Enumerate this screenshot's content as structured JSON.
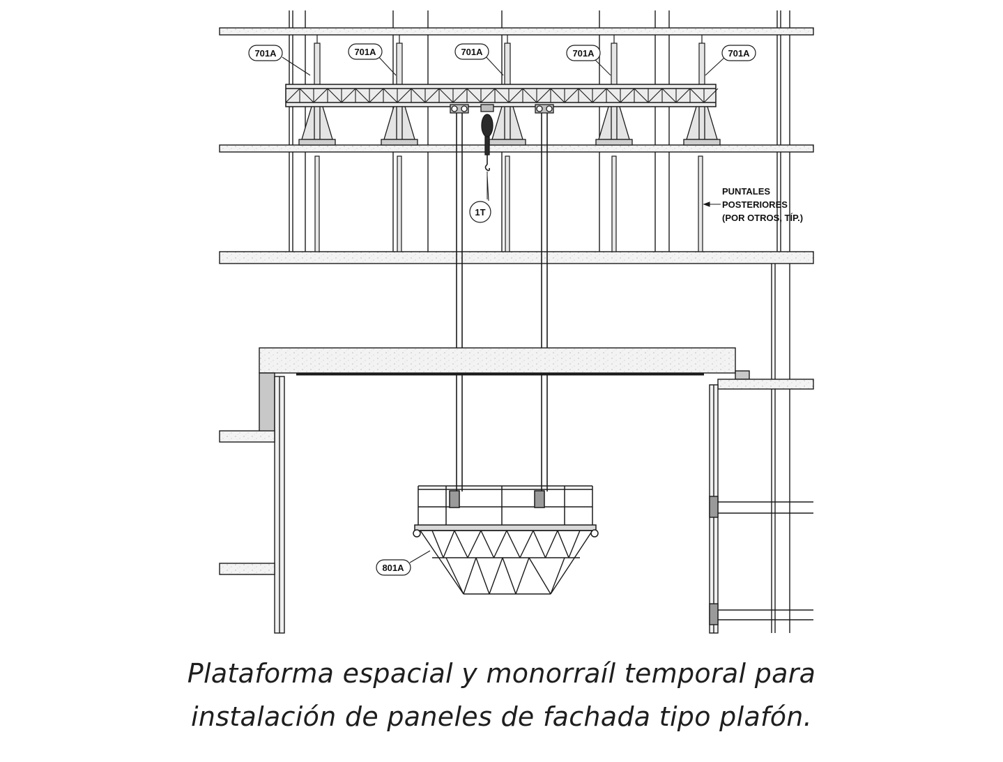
{
  "callouts": {
    "support_1": "701A",
    "support_2": "701A",
    "support_3": "701A",
    "support_4": "701A",
    "support_5": "701A",
    "hoist": "1T",
    "platform": "801A"
  },
  "note": {
    "line1": "PUNTALES",
    "line2": "POSTERIORES",
    "line3": "(POR OTROS, TÍP.)"
  },
  "caption": {
    "line1": "Plataforma espacial y monorraíl temporal para",
    "line2": "instalación de paneles de fachada tipo plafón."
  },
  "colors": {
    "line": "#1a1a1a",
    "slab": "#f2f2f2",
    "column_fill": "#c8c8c8"
  }
}
